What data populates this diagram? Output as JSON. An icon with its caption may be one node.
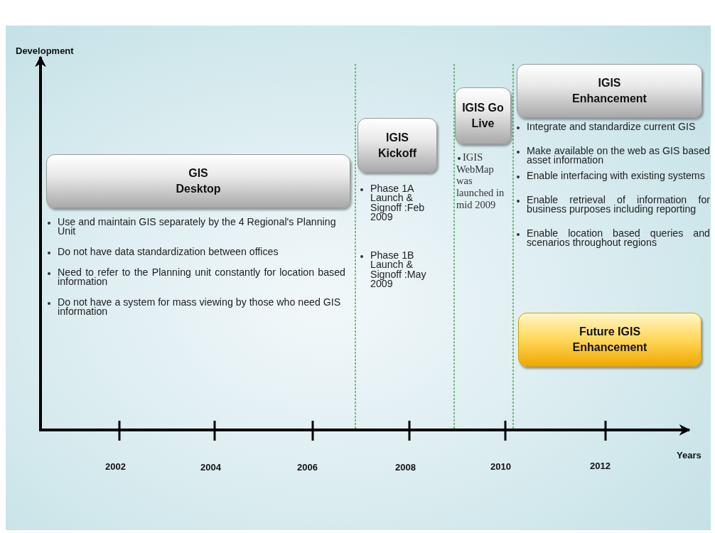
{
  "diagram": {
    "nodes": [
      {
        "text": [
          "GIS Desktop"
        ]
      },
      {
        "text": [
          "IGIS Kickoff"
        ]
      },
      {
        "text": [
          "IGIS Go Live"
        ]
      },
      {
        "text": [
          "IGIS Enhancement"
        ]
      },
      {
        "text": [
          "Future IGIS Enhancement"
        ]
      }
    ],
    "labels": [
      "Development",
      "Use and maintain GIS separately by the 4 Regional's Planning Unit",
      "Do not have data standardization between offices",
      "Need to refer to the Planning unit constantly for location based information",
      "Do not have a system for mass viewing by those who need GIS information",
      "Phase 1A Launch & Signoff :Feb 2009",
      "Phase 1B Launch & Signoff :May 2009",
      "IGIS WebMap was launched in mid 2009",
      "Integrate and standardize current GIS",
      "Make available on the web as GIS based asset information",
      "Enable interfacing with existing systems",
      "Enable retrieval of information for business purposes including reporting",
      "Enable location based queries and scenarios throughout regions",
      "2002",
      "2004",
      "2006",
      "2008",
      "2010",
      "2012",
      "Years"
    ]
  }
}
